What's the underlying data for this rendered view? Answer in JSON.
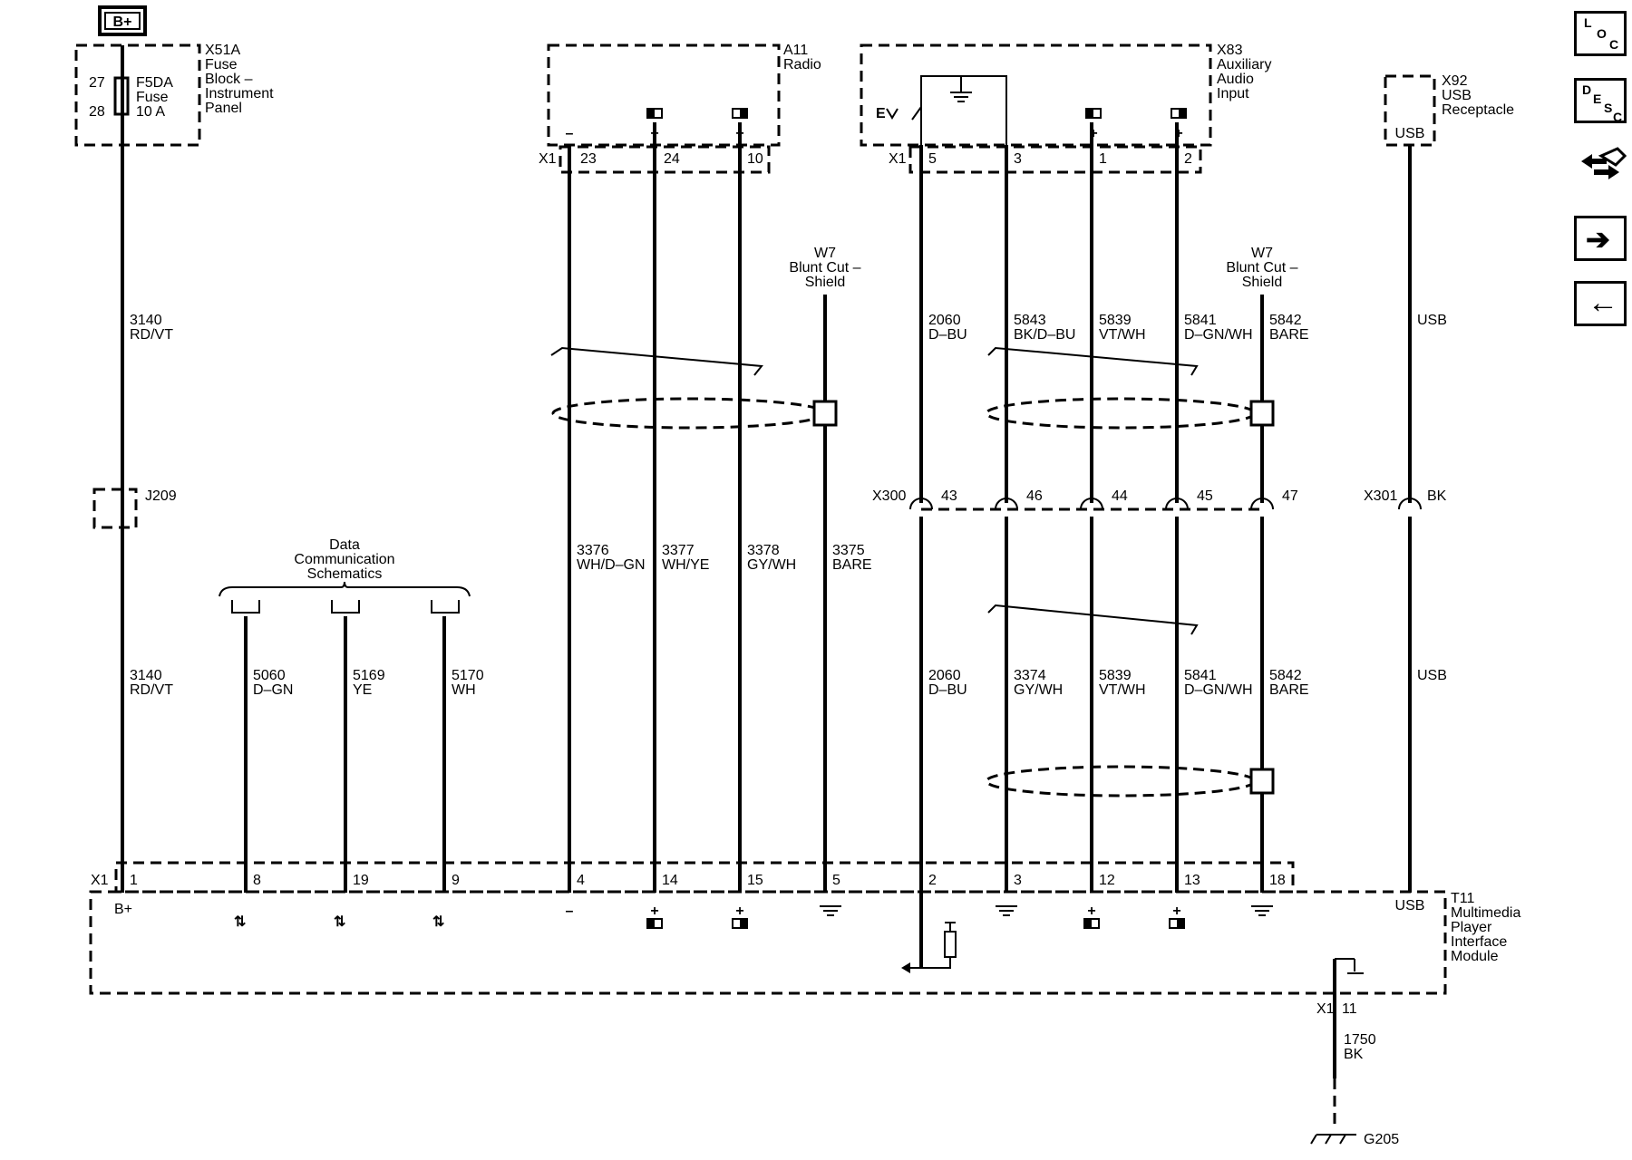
{
  "power": {
    "supply_label": "B+"
  },
  "fuse_block": {
    "id": "X51A",
    "name_lines": [
      "Fuse",
      "Block –",
      "Instrument",
      "Panel"
    ],
    "pins": [
      "27",
      "28"
    ],
    "fuse_lines": [
      "F5DA",
      "Fuse",
      "10 A"
    ]
  },
  "radio": {
    "id": "A11",
    "name_lines": [
      "Radio"
    ],
    "pin_labels": [
      "–",
      "+",
      "+"
    ]
  },
  "aux_input": {
    "id": "X83",
    "name_lines": [
      "Auxiliary",
      "Audio",
      "Input"
    ],
    "pin_labels": [
      "+",
      "+"
    ]
  },
  "usb_receptacle": {
    "id": "X92",
    "name_lines": [
      "USB",
      "Receptacle"
    ],
    "pin_label": "USB"
  },
  "connectors": {
    "x1": "X1",
    "x300": "X300",
    "x301": "X301",
    "x301_label": "BK",
    "j209": "J209"
  },
  "top_pins": {
    "radio": [
      "23",
      "24",
      "10"
    ],
    "aux": [
      "5",
      "3",
      "1",
      "2"
    ]
  },
  "inline_pins": [
    "43",
    "46",
    "44",
    "45",
    "47"
  ],
  "shield": {
    "lines": [
      "W7",
      "Blunt Cut –",
      "Shield"
    ]
  },
  "data_comm": {
    "lines": [
      "Data",
      "Communication",
      "Schematics"
    ]
  },
  "wires_upper": [
    [
      "3140",
      "RD/VT"
    ],
    [
      "2060",
      "D–BU"
    ],
    [
      "5843",
      "BK/D–BU"
    ],
    [
      "5839",
      "VT/WH"
    ],
    [
      "5841",
      "D–GN/WH"
    ],
    [
      "5842",
      "BARE"
    ],
    [
      "USB",
      ""
    ]
  ],
  "wires_mid": [
    [
      "3376",
      "WH/D–GN"
    ],
    [
      "3377",
      "WH/YE"
    ],
    [
      "3378",
      "GY/WH"
    ],
    [
      "3375",
      "BARE"
    ]
  ],
  "wires_lower": [
    [
      "3140",
      "RD/VT"
    ],
    [
      "5060",
      "D–GN"
    ],
    [
      "5169",
      "YE"
    ],
    [
      "5170",
      "WH"
    ],
    [
      "2060",
      "D–BU"
    ],
    [
      "3374",
      "GY/WH"
    ],
    [
      "5839",
      "VT/WH"
    ],
    [
      "5841",
      "D–GN/WH"
    ],
    [
      "5842",
      "BARE"
    ],
    [
      "USB",
      ""
    ]
  ],
  "module": {
    "id": "T11",
    "name_lines": [
      "Multimedia",
      "Player",
      "Interface",
      "Module"
    ],
    "pins": [
      "1",
      "8",
      "19",
      "9",
      "4",
      "14",
      "15",
      "5",
      "2",
      "3",
      "12",
      "13",
      "18"
    ],
    "bplus_label": "B+",
    "minus_label": "–",
    "plus_labels": [
      "+",
      "+",
      "+",
      "+"
    ],
    "usb_label": "USB",
    "ground_pin": "11",
    "ground_wire": [
      "1750",
      "BK"
    ],
    "ground_id": "G205"
  },
  "nav": {
    "loc": [
      "L",
      "O",
      "C"
    ],
    "desc": [
      "D",
      "E",
      "S",
      "C"
    ],
    "forward": "➔",
    "back": "←"
  }
}
